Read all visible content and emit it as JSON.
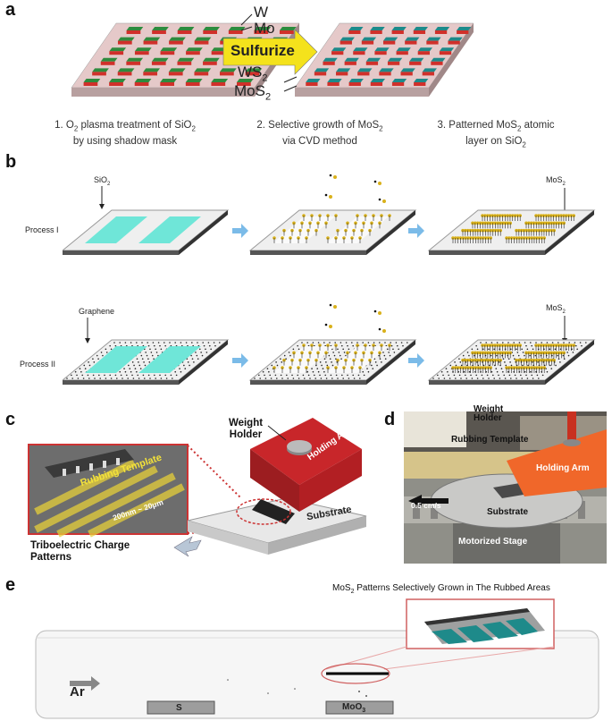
{
  "panel_a": {
    "letter": "a",
    "label_w": "W",
    "label_mo": "Mo",
    "arrow_text": "Sulfurize",
    "label_ws2": "WS",
    "label_ws2_sub": "2",
    "label_mos2": "MoS",
    "label_mos2_sub": "2",
    "captions": [
      {
        "line1": "1. O",
        "sub1": "2",
        "rest1": " plasma treatment of SiO",
        "sub1b": "2",
        "line2": "by using shadow mask"
      },
      {
        "line1": "2. Selective growth of MoS",
        "sub1": "2",
        "line2": "via CVD method"
      },
      {
        "line1": "3. Patterned MoS",
        "sub1": "2",
        "rest1": " atomic",
        "line2": "layer on SiO",
        "sub2": "2"
      }
    ]
  },
  "panel_b": {
    "letter": "b",
    "process1": "Process I",
    "process2": "Process II",
    "sio2": "SiO",
    "sio2_sub": "2",
    "graphene": "Graphene",
    "mos2": "MoS",
    "mos2_sub": "2"
  },
  "panel_c": {
    "letter": "c",
    "weight_holder": "Weight Holder",
    "holding_arm": "Holding Arm",
    "rubbing_template": "Rubbing Template",
    "scale": "200nm ~ 20μm",
    "substrate": "Substrate",
    "tribo_line1": "Triboelectric Charge",
    "tribo_line2": "Patterns"
  },
  "panel_d": {
    "letter": "d",
    "weight_holder_partial": "Weight",
    "holder": "Holder",
    "rubbing_template": "Rubbing Template",
    "holding_arm": "Holding Arm",
    "speed": "0.5 cm/s",
    "substrate": "Substrate",
    "stage": "Motorized Stage"
  },
  "panel_e": {
    "letter": "e",
    "title_pre": "MoS",
    "title_sub": "2",
    "title_post": " Patterns Selectively Grown in The Rubbed Areas",
    "ar": "Ar",
    "s": "S",
    "moo3": "MoO",
    "moo3_sub": "3"
  },
  "colors": {
    "green": "#2e8b3e",
    "red": "#d0302a",
    "teal": "#1e8a8a",
    "cyan": "#6fe6d8",
    "yellow_arrow": "#f4e21c",
    "gold": "#d9b11a",
    "holding_arm_red": "#c8262a",
    "holding_arm_orange": "#f0672a"
  }
}
